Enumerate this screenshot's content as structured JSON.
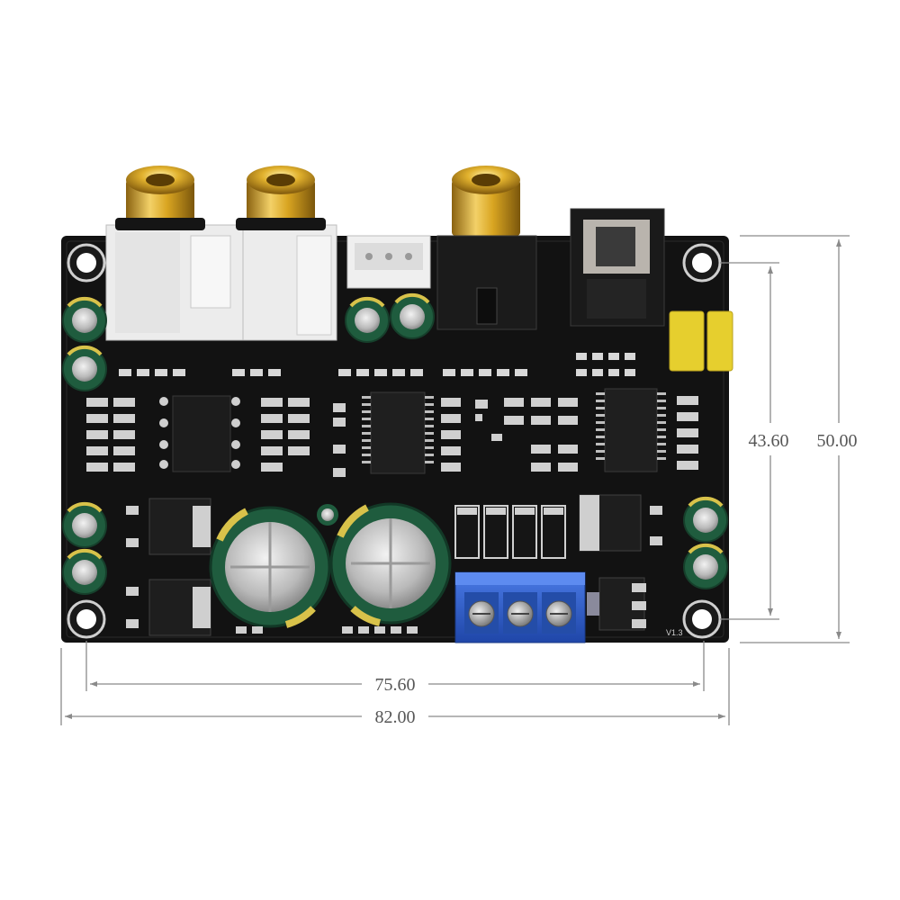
{
  "figure": {
    "subject": "audio DAC circuit board with dimension annotations",
    "colors": {
      "pcb": "#121212",
      "gold": "#d9a521",
      "connector_white": "#ececec",
      "capacitor_green": "#1f5c3e",
      "terminal_blue": "#2f5fd0",
      "chip": "#1c1c1c",
      "film_cap_yellow": "#e6cf2e",
      "dimension_line": "#8a8a8a"
    }
  },
  "dimensions": {
    "inner_width": "75.60",
    "outer_width": "82.00",
    "inner_height": "43.60",
    "outer_height": "50.00"
  },
  "board": {
    "rca_jacks": 3,
    "electrolytic_caps_large": 2,
    "terminal_screws": 3,
    "mounting_holes": 4,
    "silkscreen_version": "V1.3"
  }
}
